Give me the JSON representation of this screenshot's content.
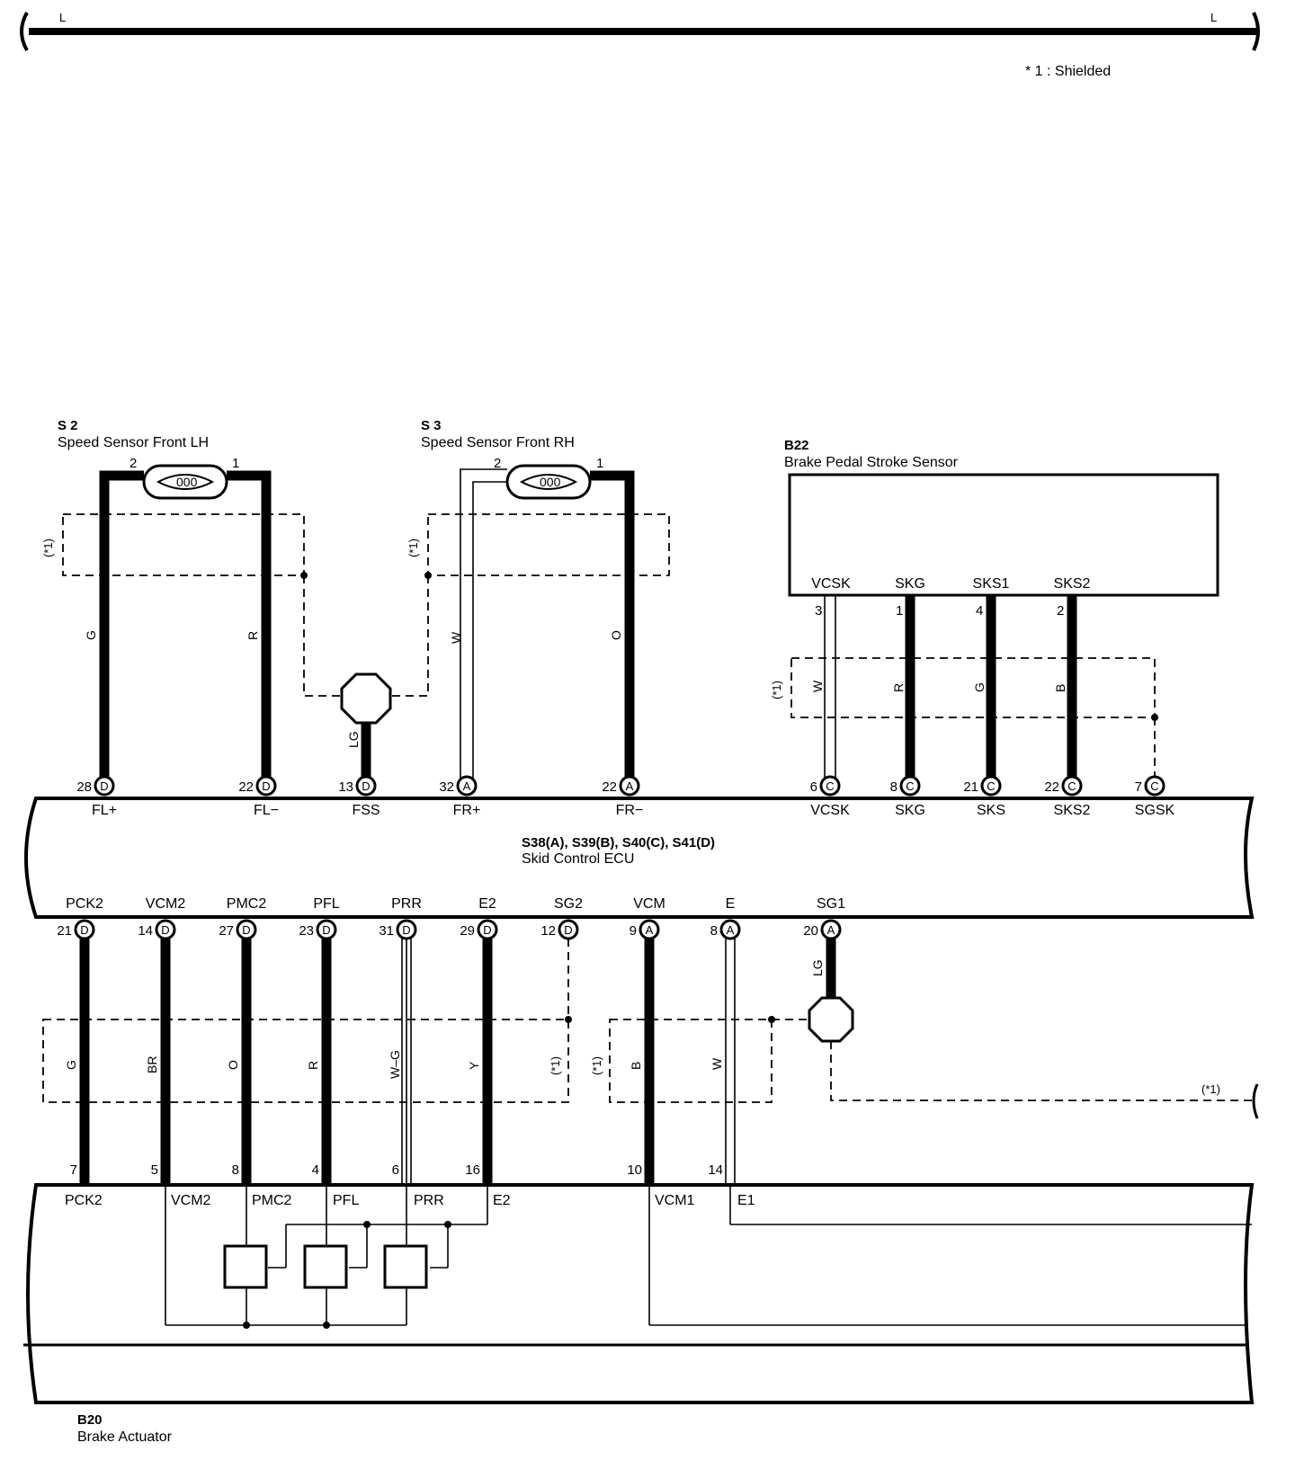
{
  "top_bus": {
    "left_label": "L",
    "right_label": "L"
  },
  "note": "* 1 : Shielded",
  "s2": {
    "code": "S 2",
    "name": "Speed Sensor Front LH",
    "pin_left": "2",
    "pin_right": "1",
    "shield": "(*1)"
  },
  "s3": {
    "code": "S 3",
    "name": "Speed Sensor Front RH",
    "pin_left": "2",
    "pin_right": "1",
    "shield": "(*1)"
  },
  "b22": {
    "code": "B22",
    "name": "Brake Pedal Stroke Sensor",
    "shield": "(*1)",
    "terminals": [
      {
        "label": "VCSK",
        "pin": "3",
        "color": "W"
      },
      {
        "label": "SKG",
        "pin": "1",
        "color": "R"
      },
      {
        "label": "SKS1",
        "pin": "4",
        "color": "G"
      },
      {
        "label": "SKS2",
        "pin": "2",
        "color": "B"
      }
    ]
  },
  "ecu": {
    "code": "S38(A), S39(B), S40(C), S41(D)",
    "name": "Skid Control ECU",
    "top_pins": [
      {
        "pin": "28",
        "conn": "D",
        "label": "FL+",
        "color": "G"
      },
      {
        "pin": "22",
        "conn": "D",
        "label": "FL−",
        "color": "R"
      },
      {
        "pin": "13",
        "conn": "D",
        "label": "FSS",
        "color": "LG"
      },
      {
        "pin": "32",
        "conn": "A",
        "label": "FR+",
        "color": "W"
      },
      {
        "pin": "22",
        "conn": "A",
        "label": "FR−",
        "color": "O"
      },
      {
        "pin": "6",
        "conn": "C",
        "label": "VCSK"
      },
      {
        "pin": "8",
        "conn": "C",
        "label": "SKG"
      },
      {
        "pin": "21",
        "conn": "C",
        "label": "SKS"
      },
      {
        "pin": "22",
        "conn": "C",
        "label": "SKS2"
      },
      {
        "pin": "7",
        "conn": "C",
        "label": "SGSK"
      }
    ],
    "bottom_pins": [
      {
        "pin": "21",
        "conn": "D",
        "label": "PCK2",
        "color": "G"
      },
      {
        "pin": "14",
        "conn": "D",
        "label": "VCM2",
        "color": "BR"
      },
      {
        "pin": "27",
        "conn": "D",
        "label": "PMC2",
        "color": "O"
      },
      {
        "pin": "23",
        "conn": "D",
        "label": "PFL",
        "color": "R"
      },
      {
        "pin": "31",
        "conn": "D",
        "label": "PRR",
        "color": "W–G"
      },
      {
        "pin": "29",
        "conn": "D",
        "label": "E2",
        "color": "Y"
      },
      {
        "pin": "12",
        "conn": "D",
        "label": "SG2"
      },
      {
        "pin": "9",
        "conn": "A",
        "label": "VCM",
        "color": "B"
      },
      {
        "pin": "8",
        "conn": "A",
        "label": "E",
        "color": "W"
      },
      {
        "pin": "20",
        "conn": "A",
        "label": "SG1",
        "color": "LG"
      }
    ],
    "shield_labels": [
      "(*1)",
      "(*1)",
      "(*1)"
    ]
  },
  "b20": {
    "code": "B20",
    "name": "Brake Actuator",
    "pins": [
      {
        "pin": "7",
        "label": "PCK2"
      },
      {
        "pin": "5",
        "label": "VCM2"
      },
      {
        "pin": "8",
        "label": "PMC2"
      },
      {
        "pin": "4",
        "label": "PFL"
      },
      {
        "pin": "6",
        "label": "PRR"
      },
      {
        "pin": "16",
        "label": "E2"
      },
      {
        "pin": "10",
        "label": "VCM1"
      },
      {
        "pin": "14",
        "label": "E1"
      }
    ]
  }
}
